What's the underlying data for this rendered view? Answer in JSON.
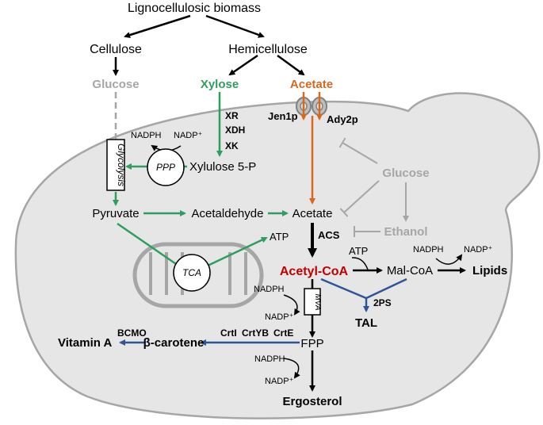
{
  "colors": {
    "green": "#2e9e5e",
    "orange": "#d9681e",
    "gray": "#a6a6a6",
    "blue": "#2f5597",
    "red": "#c00000",
    "black": "#000000",
    "cell_fill": "#e6e6e6"
  },
  "labels": {
    "lignocellulosic_biomass": "Lignocellulosic biomass",
    "cellulose": "Cellulose",
    "hemicellulose": "Hemicellulose",
    "glucose_top": "Glucose",
    "xylose": "Xylose",
    "acetate_top": "Acetate",
    "jen1p": "Jen1p",
    "ady2p": "Ady2p",
    "xr": "XR",
    "xdh": "XDH",
    "xk": "XK",
    "xylulose_5p": "Xylulose 5-P",
    "nadph_ppp": "NADPH",
    "nadp_ppp": "NADP⁺",
    "ppp": "PPP",
    "glycolysis": "Glycolysis",
    "pyruvate": "Pyruvate",
    "acetaldehyde": "Acetaldehyde",
    "acetate_mid": "Acetate",
    "glucose_right": "Glucose",
    "ethanol": "Ethanol",
    "atp_tca": "ATP",
    "acs": "ACS",
    "tca": "TCA",
    "acetyl_coa": "Acetyl-CoA",
    "atp_mal": "ATP",
    "mal_coa": "Mal-CoA",
    "nadph_lip": "NADPH",
    "nadp_lip": "NADP⁺",
    "lipids": "Lipids",
    "two_ps": "2PS",
    "tal": "TAL",
    "nadph_mva": "NADPH",
    "nadp_mva": "NADP⁺",
    "mva": "MVA",
    "fpp": "FPP",
    "crti": "CrtI",
    "crtyb": "CrtYB",
    "crte": "CrtE",
    "beta_carotene": "β-carotene",
    "bcmo": "BCMO",
    "vitamin_a": "Vitamin A",
    "nadph_erg": "NADPH",
    "nadp_erg": "NADP⁺",
    "ergosterol": "Ergosterol"
  }
}
